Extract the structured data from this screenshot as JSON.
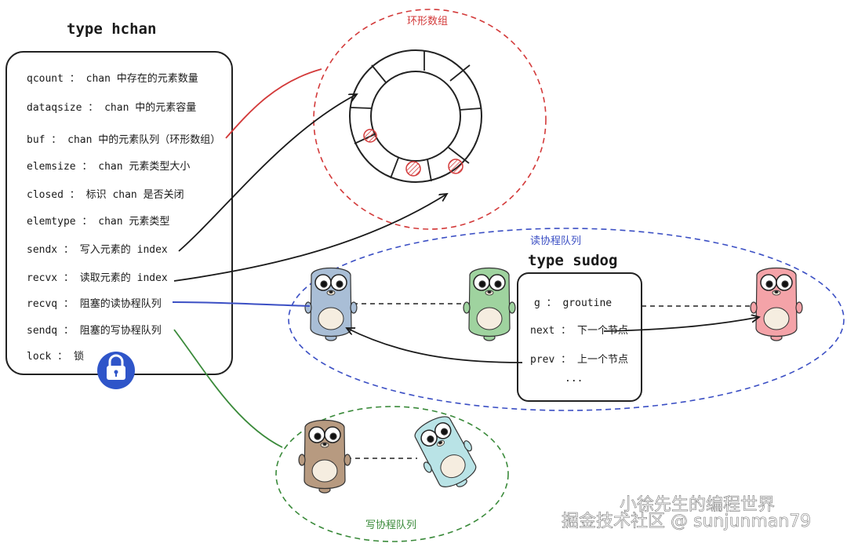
{
  "hchan": {
    "title": "type hchan",
    "fields": [
      "qcount ： chan 中存在的元素数量",
      "dataqsize ： chan 中的元素容量",
      "buf ： chan 中的元素队列（环形数组）",
      "elemsize ： chan 元素类型大小",
      "closed ： 标识 chan 是否关闭",
      "elemtype ： chan 元素类型",
      "sendx ： 写入元素的 index",
      "recvx ： 读取元素的 index",
      "recvq ： 阻塞的读协程队列",
      "sendq ： 阻塞的写协程队列",
      "lock ： 锁"
    ]
  },
  "ring": {
    "label": "环形数组"
  },
  "recv_queue": {
    "label": "读协程队列"
  },
  "send_queue": {
    "label": "写协程队列"
  },
  "sudog": {
    "title": "type sudog",
    "fields": [
      "g ： groutine",
      "next ： 下一个节点",
      "prev ： 上一个节点",
      "..."
    ]
  },
  "watermark": {
    "line1": "小徐先生的编程世界",
    "line2": "掘金技术社区 @ sunjunman79"
  },
  "colors": {
    "ring_border": "#d33a3a",
    "recv_border": "#3b4fc4",
    "send_border": "#3a8a3a",
    "lock_badge": "#2f55c9",
    "gopher_blue": "#a9bed6",
    "gopher_green": "#9fd39f",
    "gopher_pink": "#f4a3a8",
    "gopher_brown": "#b79a80",
    "gopher_teal": "#b9e3e6"
  }
}
